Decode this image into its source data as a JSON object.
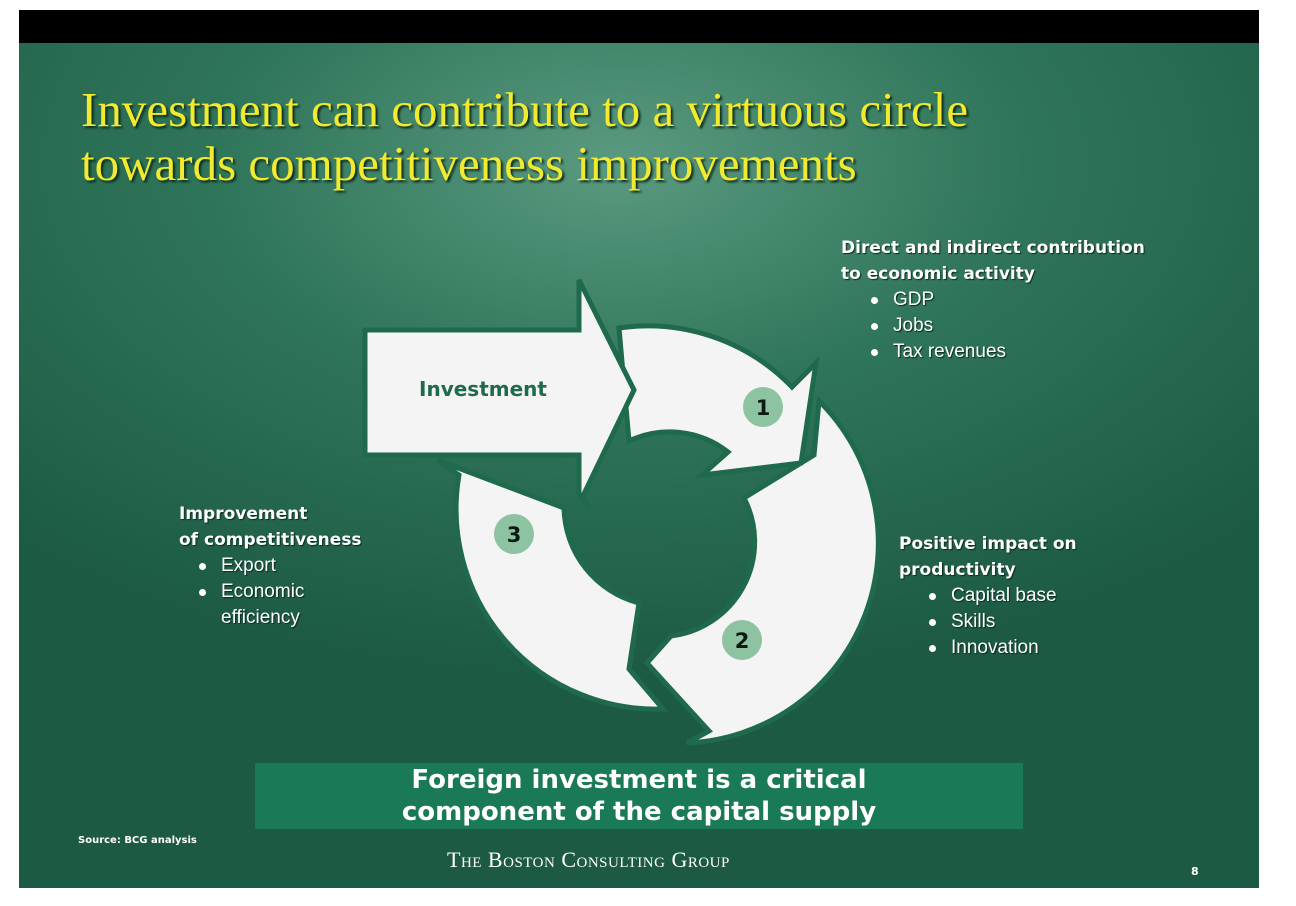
{
  "slide": {
    "title": "Investment can contribute to a virtuous circle\ntowards competitiveness improvements",
    "colors": {
      "title": "#f1ea2f",
      "background": "#2f7559",
      "shape_fill": "#f2f2f2",
      "shape_outline": "#1f6a4c",
      "step_badge": "#8dc3a0",
      "callout": "#1a7a55"
    }
  },
  "diagram": {
    "investment_label": "Investment",
    "steps": [
      {
        "number": "1"
      },
      {
        "number": "2"
      },
      {
        "number": "3"
      }
    ]
  },
  "blocks": {
    "direct": {
      "heading": "Direct and indirect contribution\nto economic activity",
      "bullets": [
        "GDP",
        "Jobs",
        "Tax revenues"
      ]
    },
    "productivity": {
      "heading": "Positive impact on\nproductivity",
      "bullets": [
        "Capital base",
        "Skills",
        "Innovation"
      ]
    },
    "competitiveness": {
      "heading": "Improvement\nof competitiveness",
      "bullets": [
        "Export",
        "Economic\nefficiency"
      ]
    }
  },
  "callout": "Foreign investment is a critical\ncomponent of the capital supply",
  "footer": {
    "source": "Source: BCG analysis",
    "company": "The Boston Consulting Group",
    "page": "8"
  }
}
